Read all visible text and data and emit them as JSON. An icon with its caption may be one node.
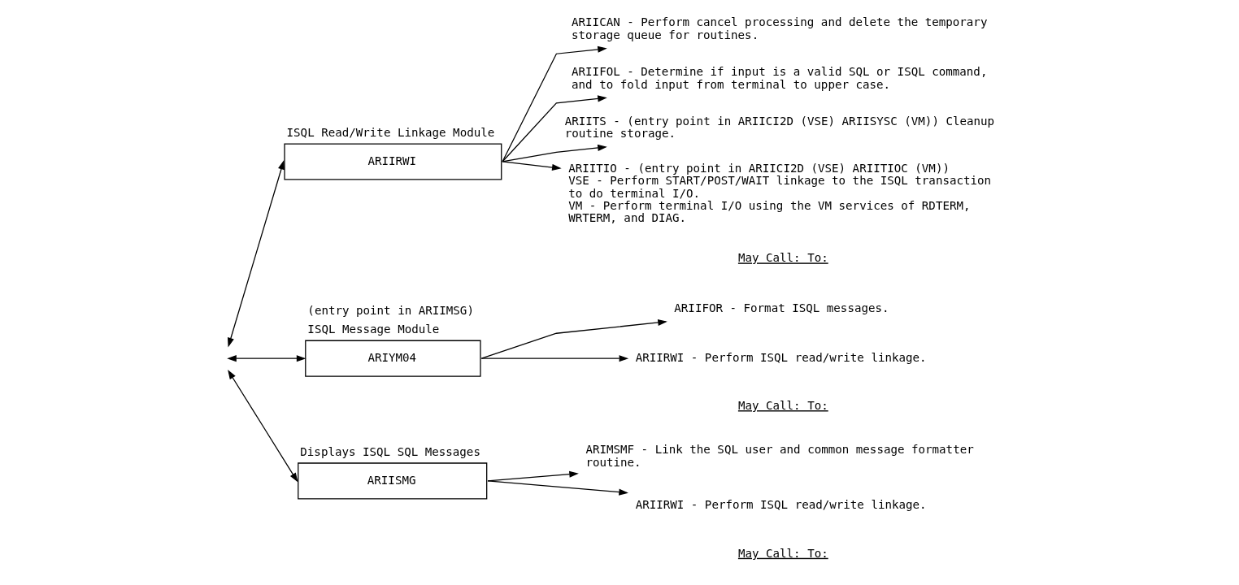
{
  "diagram": {
    "nodes": [
      {
        "text": [
          "ISQL Read/Write Linkage Module",
          "ARIIRWI"
        ]
      },
      {
        "text": [
          "ARIICAN - Perform cancel processing and delete the temporary storage queue for routines."
        ]
      },
      {
        "text": [
          "ARIIFOL - Determine if input is a valid SQL or ISQL command, and to fold input from terminal to upper case."
        ]
      },
      {
        "text": [
          "ARIITS - (entry point in ARIICI2D (VSE) ARIISYSC (VM)) Cleanup routine storage."
        ]
      },
      {
        "text": [
          "ARIITIO - (entry point in ARIICI2D (VSE) ARIITIOC (VM))",
          "VSE - Perform START/POST/WAIT linkage to the ISQL transaction to do terminal I/O.",
          "VM - Perform terminal I/O using the VM services of RDTERM, WRTERM, and DIAG."
        ]
      },
      {
        "text": [
          "(entry point in ARIIMSG)",
          "ISQL Message Module",
          "ARIYM04"
        ]
      },
      {
        "text": [
          "ARIIFOR - Format ISQL messages."
        ]
      },
      {
        "text": [
          "ARIIRWI - Perform ISQL read/write linkage."
        ]
      },
      {
        "text": [
          "Displays ISQL SQL Messages",
          "ARIISMG"
        ]
      },
      {
        "text": [
          "ARIMSMF - Link the SQL user and common message formatter routine."
        ]
      },
      {
        "text": [
          "ARIIRWI - Perform ISQL read/write linkage."
        ]
      }
    ],
    "edges": [
      {
        "from": null,
        "to": 0,
        "arrow": "both"
      },
      {
        "from": 0,
        "to": 1,
        "arrow": "to"
      },
      {
        "from": 0,
        "to": 2,
        "arrow": "to"
      },
      {
        "from": 0,
        "to": 3,
        "arrow": "to"
      },
      {
        "from": 0,
        "to": 4,
        "arrow": "to"
      },
      {
        "from": null,
        "to": 5,
        "arrow": "both"
      },
      {
        "from": 5,
        "to": 6,
        "arrow": "to"
      },
      {
        "from": 5,
        "to": 7,
        "arrow": "to"
      },
      {
        "from": null,
        "to": 8,
        "arrow": "both"
      },
      {
        "from": 8,
        "to": 9,
        "arrow": "to"
      },
      {
        "from": 8,
        "to": 10,
        "arrow": "to"
      }
    ],
    "labels": [
      "May Call: To:",
      "May Call: To:",
      "May Call: To:"
    ]
  }
}
